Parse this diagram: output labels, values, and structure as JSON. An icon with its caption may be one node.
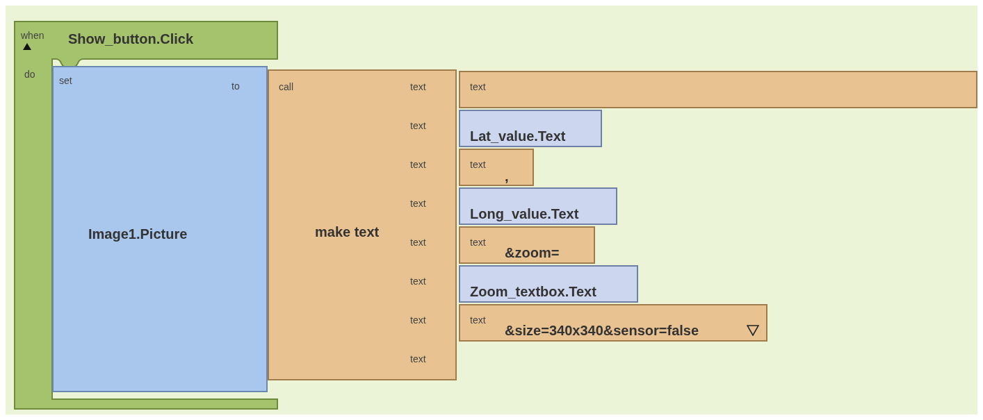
{
  "diagram": {
    "nodes": [
      {
        "text": [
          "when",
          "Show_button.Click",
          "do"
        ]
      },
      {
        "text": [
          "set",
          "Image1.Picture",
          "to"
        ],
        "in": 0
      },
      {
        "text": [
          "call",
          "make text",
          "text",
          "text",
          "text",
          "text",
          "text",
          "text",
          "text",
          "text"
        ]
      },
      {
        "text": [
          "text"
        ]
      },
      {
        "text": [
          "Lat_value.Text"
        ]
      },
      {
        "text": [
          "text",
          ","
        ]
      },
      {
        "text": [
          "Long_value.Text"
        ]
      },
      {
        "text": [
          "text",
          "&zoom="
        ]
      },
      {
        "text": [
          "Zoom_textbox.Text"
        ]
      },
      {
        "text": [
          "text",
          "&size=340x340&sensor=false"
        ]
      }
    ]
  }
}
